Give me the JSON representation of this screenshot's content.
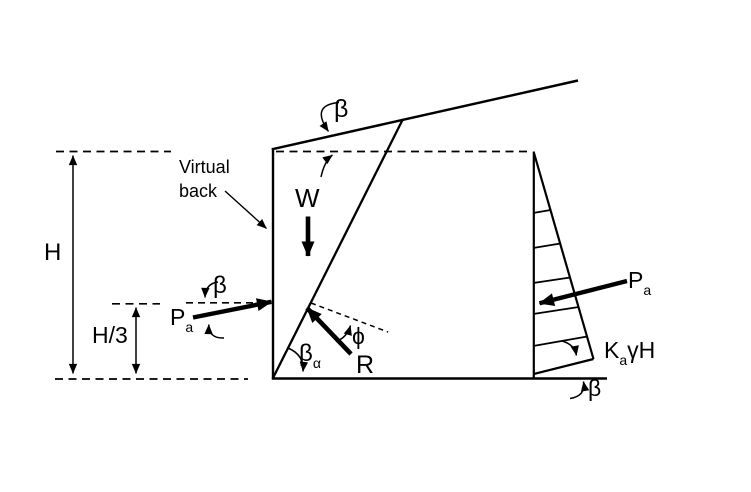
{
  "diagram": {
    "background": "#ffffff",
    "line_color": "#000000",
    "labels": {
      "virtual_back_line1": "Virtual",
      "virtual_back_line2": "back",
      "wall_height": "H",
      "pa_application_height": "H/3",
      "beta_top": "β",
      "weight": "W",
      "pa_left_base": "P",
      "pa_left_sub": "a",
      "beta_pa": "β",
      "beta_alpha_base": "β",
      "beta_alpha_sub": "α",
      "phi": "ϕ",
      "resultant": "R",
      "pa_right_base": "P",
      "pa_right_sub": "a",
      "pressure_ordinate_base": "K",
      "pressure_ordinate_sub": "a",
      "pressure_ordinate_rest": "γH",
      "beta_bottom": "β"
    }
  }
}
